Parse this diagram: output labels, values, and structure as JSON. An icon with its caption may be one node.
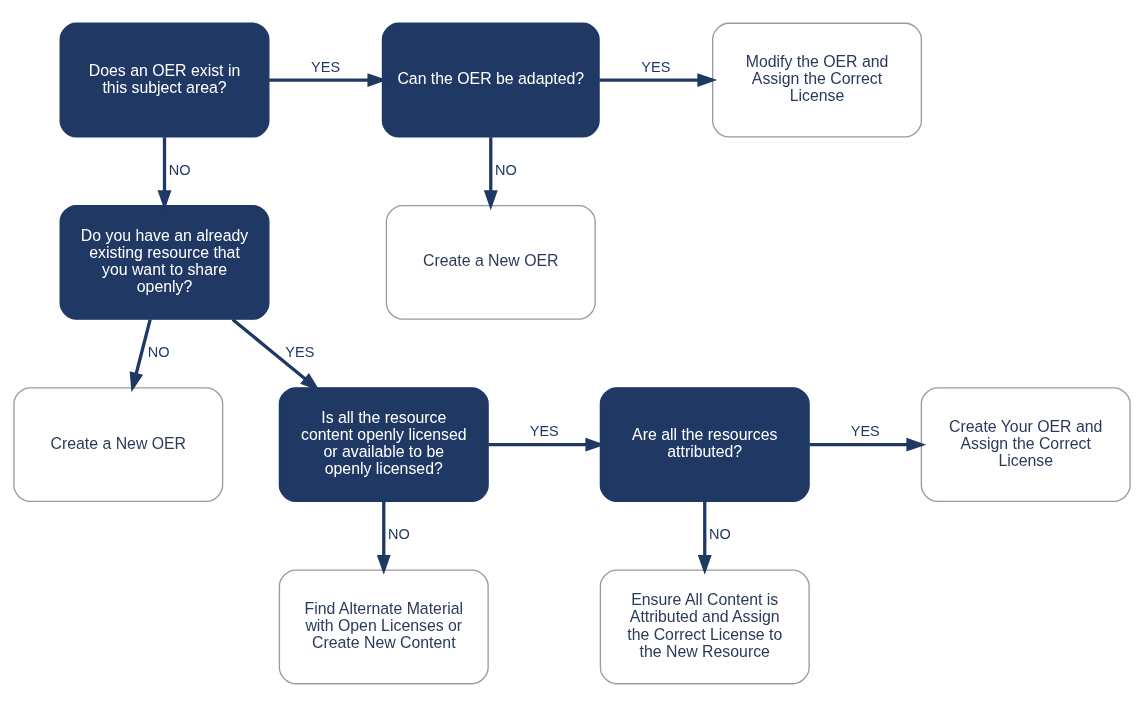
{
  "diagram": {
    "nodes": [
      {
        "text": [
          "Does an OER exist in this subject area?"
        ]
      },
      {
        "text": [
          "Can the OER be adapted?"
        ]
      },
      {
        "text": [
          "Modify the OER and Assign the Correct License"
        ]
      },
      {
        "text": [
          "Do you have an already existing resource that you want to share openly?"
        ]
      },
      {
        "text": [
          "Create a New OER"
        ]
      },
      {
        "text": [
          "Create a New OER"
        ]
      },
      {
        "text": [
          "Is all the resource content openly licensed or available to be openly licensed?"
        ]
      },
      {
        "text": [
          "Are all the resources attributed?"
        ]
      },
      {
        "text": [
          "Create Your OER and Assign the Correct License"
        ]
      },
      {
        "text": [
          "Find Alternate Material with Open Licenses or Create New Content"
        ]
      },
      {
        "text": [
          "Ensure All Content is Attributed and Assign the Correct License to the New Resource"
        ]
      }
    ],
    "edges": [
      {
        "from": 0,
        "to": 1,
        "arrow": "to",
        "label": "YES"
      },
      {
        "from": 1,
        "to": 2,
        "arrow": "to",
        "label": "YES"
      },
      {
        "from": 0,
        "to": 3,
        "arrow": "to",
        "label": "NO"
      },
      {
        "from": 1,
        "to": 4,
        "arrow": "to",
        "label": "NO"
      },
      {
        "from": 3,
        "to": 5,
        "arrow": "to",
        "label": "NO"
      },
      {
        "from": 3,
        "to": 6,
        "arrow": "to",
        "label": "YES"
      },
      {
        "from": 6,
        "to": 7,
        "arrow": "to",
        "label": "YES"
      },
      {
        "from": 7,
        "to": 8,
        "arrow": "to",
        "label": "YES"
      },
      {
        "from": 6,
        "to": 9,
        "arrow": "to",
        "label": "NO"
      },
      {
        "from": 7,
        "to": 10,
        "arrow": "to",
        "label": "NO"
      }
    ]
  }
}
